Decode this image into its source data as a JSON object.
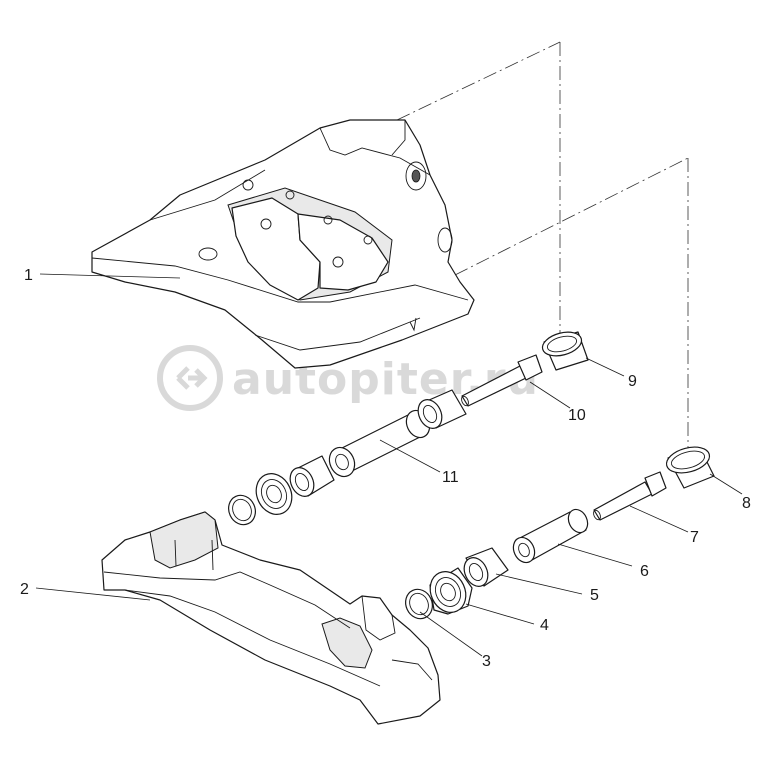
{
  "watermark": {
    "text": "autopiter.ru"
  },
  "callouts": [
    {
      "id": "1",
      "label": "1"
    },
    {
      "id": "2",
      "label": "2"
    },
    {
      "id": "3",
      "label": "3"
    },
    {
      "id": "4",
      "label": "4"
    },
    {
      "id": "5",
      "label": "5"
    },
    {
      "id": "6",
      "label": "6"
    },
    {
      "id": "7",
      "label": "7"
    },
    {
      "id": "8",
      "label": "8"
    },
    {
      "id": "9",
      "label": "9"
    },
    {
      "id": "10",
      "label": "10"
    },
    {
      "id": "11",
      "label": "11"
    }
  ]
}
